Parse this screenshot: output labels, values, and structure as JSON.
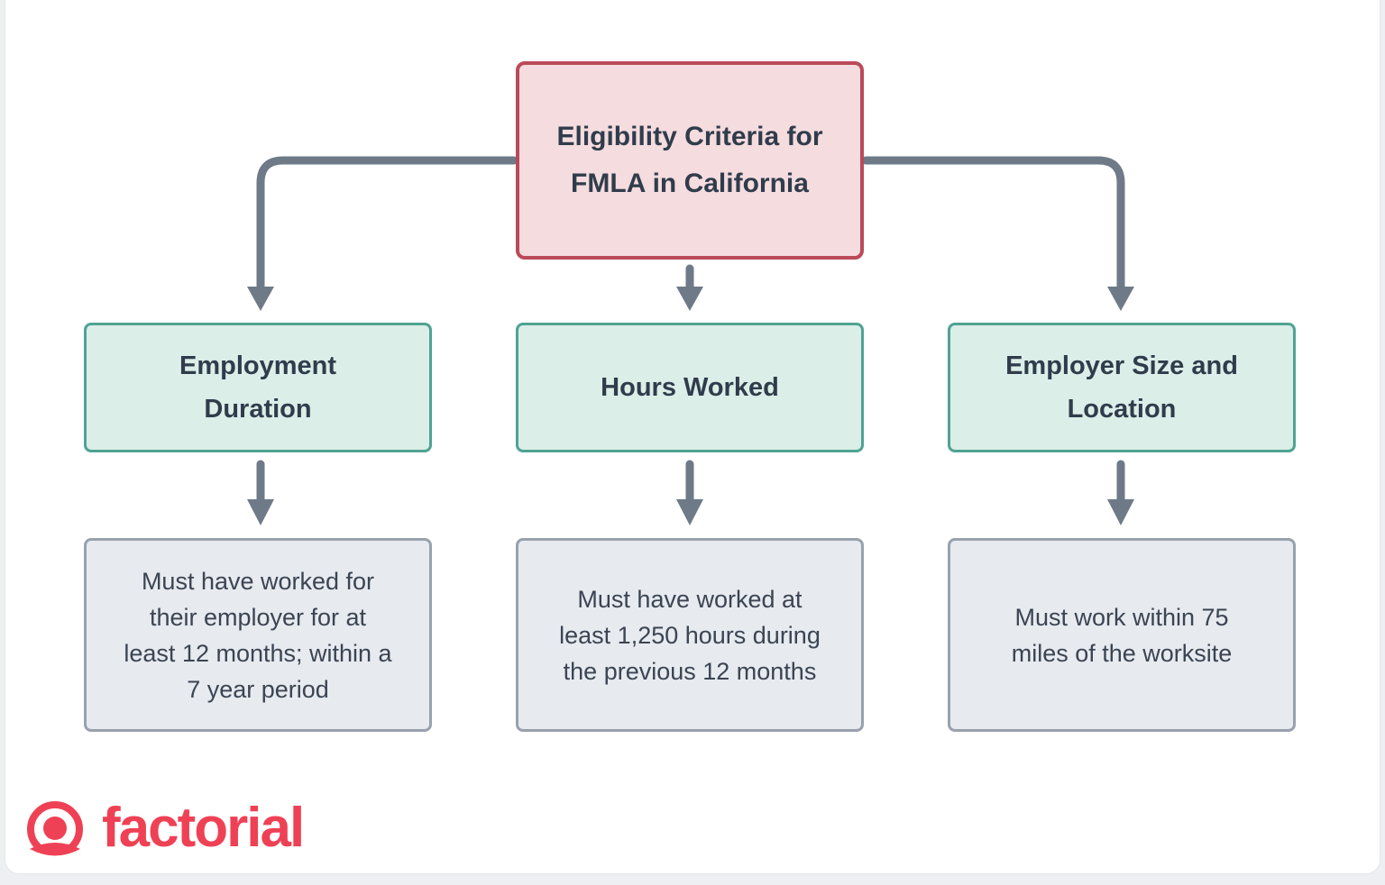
{
  "colors": {
    "connector": "#6e7a87",
    "root_fill": "#f4dcdf",
    "root_border": "#bb4a59",
    "category_fill": "#dbeee8",
    "category_border": "#4fa391",
    "detail_fill": "#e7eaef",
    "detail_border": "#99a1ae",
    "heading_text": "#303c4b",
    "body_text": "#3b4452",
    "brand": "#ef4155"
  },
  "diagram": {
    "root": {
      "title": "Eligibility Criteria for\nFMLA in California"
    },
    "branches": [
      {
        "label": "Employment\nDuration",
        "detail": "Must have worked for\ntheir employer for at\nleast 12 months; within a\n7 year period"
      },
      {
        "label": "Hours Worked",
        "detail": "Must have worked at\nleast 1,250 hours during\nthe previous 12 months"
      },
      {
        "label": "Employer Size and\nLocation",
        "detail": "Must work within 75\nmiles of the worksite"
      }
    ]
  },
  "branding": {
    "logo_text": "factorial"
  }
}
